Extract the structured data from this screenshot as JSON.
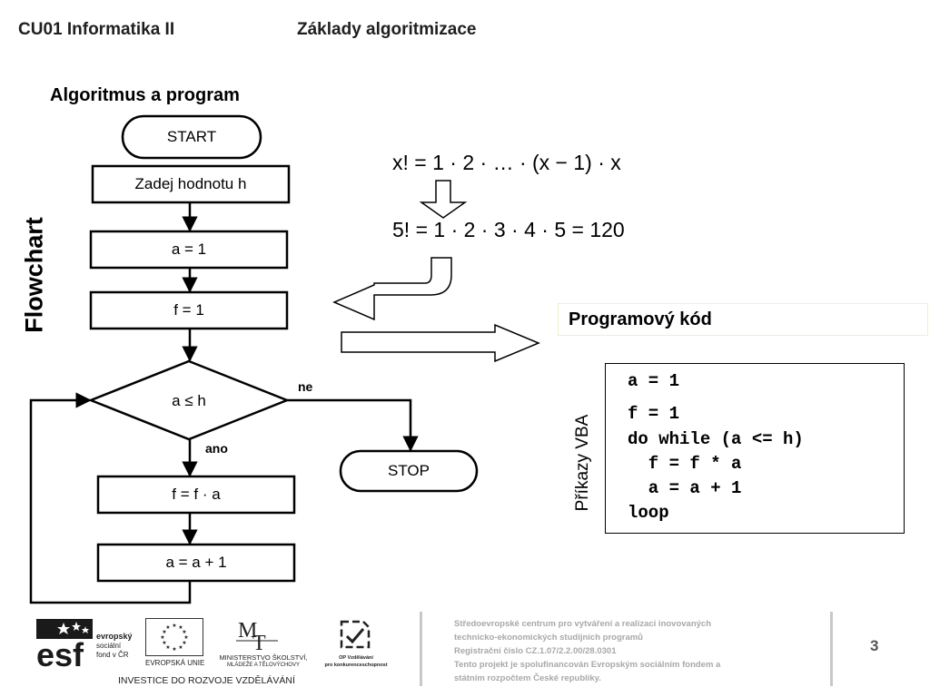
{
  "header": {
    "course": "CU01 Informatika II",
    "topic": "Základy algoritmizace"
  },
  "section_title": "Algoritmus a program",
  "flowchart": {
    "vertical_label": "Flowchart",
    "start": "START",
    "input": "Zadej hodnotu h",
    "init_a": "a = 1",
    "init_f": "f = 1",
    "condition": "a ≤ h",
    "no_label": "ne",
    "yes_label": "ano",
    "stop": "STOP",
    "step_f": "f = f · a",
    "step_a": "a = a + 1"
  },
  "formulas": {
    "general": "x! = 1 · 2 ·  … · (x − 1) · x",
    "example": "5! = 1 · 2 · 3 · 4 · 5 = 120"
  },
  "program": {
    "title": "Programový kód",
    "vertical_label": "Příkazy VBA",
    "code_lines": [
      "a = 1",
      "f = 1",
      "do while (a <= h)",
      "  f = f * a",
      "  a = a + 1",
      "loop"
    ]
  },
  "footer": {
    "logos": {
      "esf_line1": "evropský",
      "esf_line2": "sociální",
      "esf_line3": "fond v ČR",
      "eu": "EVROPSKÁ UNIE",
      "msmt_line1": "MINISTERSTVO ŠKOLSTVÍ,",
      "msmt_line2": "MLÁDEŽE A TĚLOVÝCHOVY",
      "op_line1": "OP Vzdělávání",
      "op_line2": "pro konkurenceschopnost",
      "slogan": "INVESTICE DO ROZVOJE VZDĚLÁVÁNÍ"
    },
    "lines": [
      "Středoevropské centrum pro vytváření a realizaci inovovaných",
      "technicko-ekonomických studijních programů",
      "Registrační číslo CZ.1.07/2.2.00/28.0301",
      "Tento projekt je spolufinancován Evropským sociálním fondem a",
      "státním rozpočtem České republiky."
    ],
    "page_number": "3"
  },
  "colors": {
    "text": "#000000",
    "footer_text": "#a8a8a8",
    "separator": "#c8c8c8",
    "program_title_border": "#f2f0c8"
  }
}
